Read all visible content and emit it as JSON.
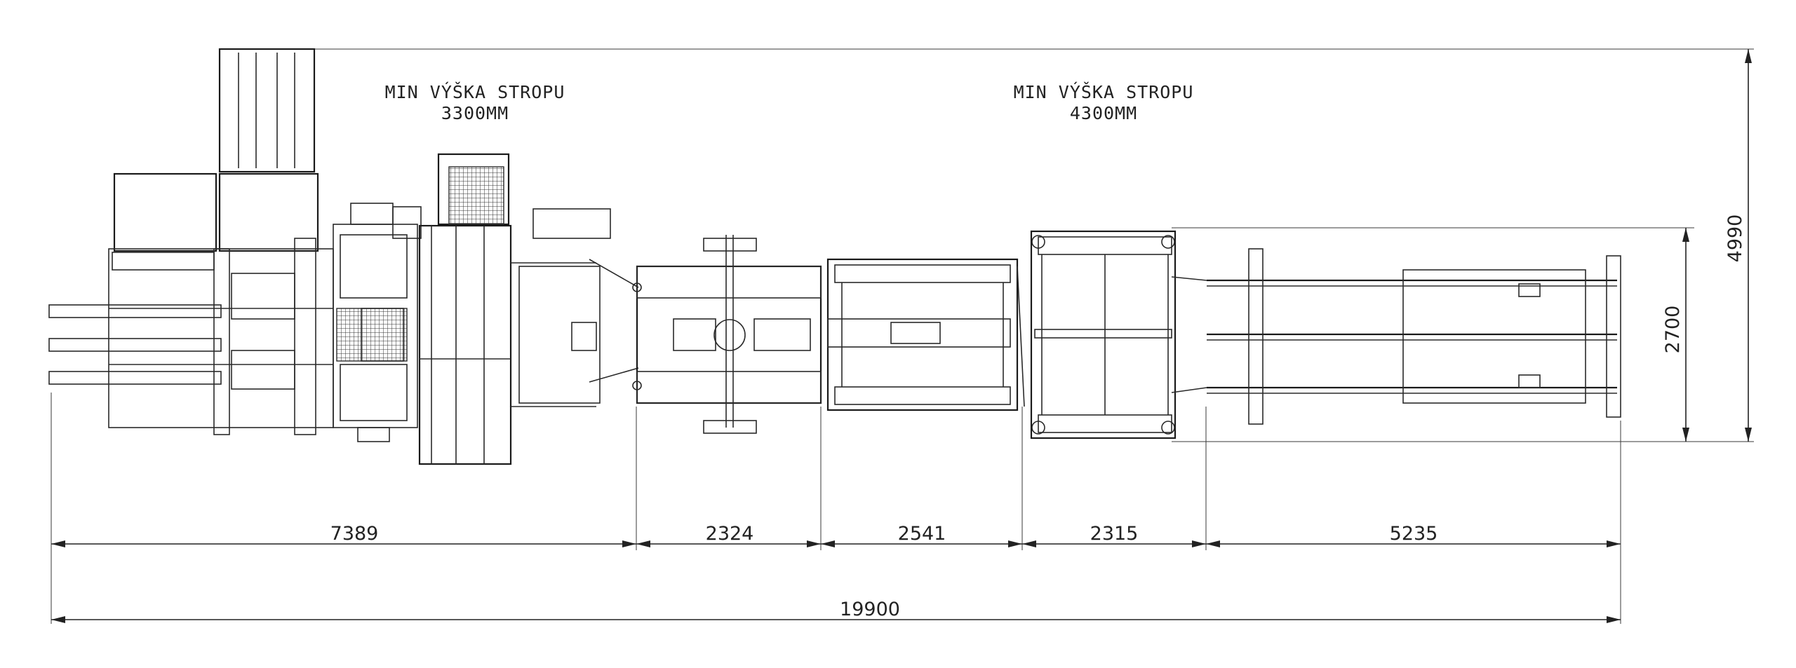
{
  "notes": {
    "ceiling_left": {
      "line1": "MIN VÝŠKA STROPU",
      "line2": "3300MM"
    },
    "ceiling_right": {
      "line1": "MIN VÝŠKA STROPU",
      "line2": "4300MM"
    }
  },
  "dimensions": {
    "segments": [
      "7389",
      "2324",
      "2541",
      "2315",
      "5235"
    ],
    "total_length": "19900",
    "total_width": "4990",
    "section_width": "2700"
  }
}
